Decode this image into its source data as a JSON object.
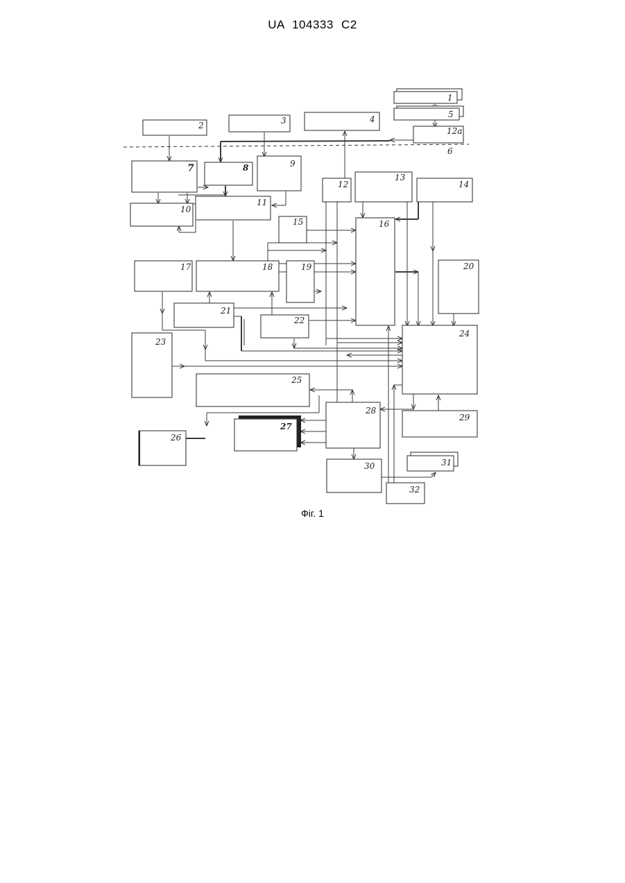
{
  "header": {
    "text": "UA   104333   C2"
  },
  "figure": {
    "caption": "Фіг. 1",
    "blocks": [
      {
        "id": "b1",
        "label": "1"
      },
      {
        "id": "b5",
        "label": "5"
      },
      {
        "id": "b12a",
        "label": "12а"
      },
      {
        "id": "b2",
        "label": "2"
      },
      {
        "id": "b3",
        "label": "3"
      },
      {
        "id": "b4",
        "label": "4"
      },
      {
        "id": "b7",
        "label": "7"
      },
      {
        "id": "b8",
        "label": "8"
      },
      {
        "id": "b9",
        "label": "9"
      },
      {
        "id": "b10",
        "label": "10"
      },
      {
        "id": "b11",
        "label": "11"
      },
      {
        "id": "b12",
        "label": "12"
      },
      {
        "id": "b13",
        "label": "13"
      },
      {
        "id": "b14",
        "label": "14"
      },
      {
        "id": "b15",
        "label": "15"
      },
      {
        "id": "b16",
        "label": "16"
      },
      {
        "id": "b17",
        "label": "17"
      },
      {
        "id": "b18",
        "label": "18"
      },
      {
        "id": "b19",
        "label": "19"
      },
      {
        "id": "b20",
        "label": "20"
      },
      {
        "id": "b21",
        "label": "21"
      },
      {
        "id": "b22",
        "label": "22"
      },
      {
        "id": "b23",
        "label": "23"
      },
      {
        "id": "b24",
        "label": "24"
      },
      {
        "id": "b25",
        "label": "25"
      },
      {
        "id": "b26",
        "label": "26"
      },
      {
        "id": "b27",
        "label": "27"
      },
      {
        "id": "b28",
        "label": "28"
      },
      {
        "id": "b29",
        "label": "29"
      },
      {
        "id": "b30",
        "label": "30"
      },
      {
        "id": "b31",
        "label": "31"
      },
      {
        "id": "b32",
        "label": "32"
      }
    ],
    "line_label": "6"
  }
}
